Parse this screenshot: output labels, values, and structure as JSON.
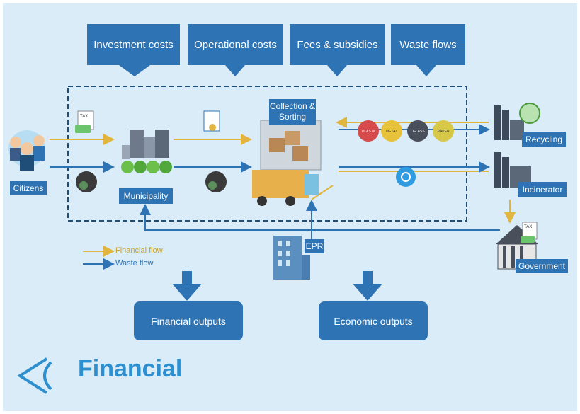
{
  "top_boxes": [
    "Investment costs",
    "Operational costs",
    "Fees & subsidies",
    "Waste flows"
  ],
  "nodes": {
    "citizens": "Citizens",
    "municipality": "Municipality",
    "collection": "Collection & Sorting",
    "recycling": "Recycling",
    "incinerator": "Incinerator",
    "government": "Government",
    "epr": "EPR"
  },
  "icon_labels": {
    "tax1": "TAX",
    "tax2": "TAX",
    "plastic": "PLASTIC",
    "metal": "METAL",
    "glass": "GLASS",
    "paper": "PAPER"
  },
  "legend": {
    "financial": "Financial flow",
    "waste": "Waste flow"
  },
  "outputs": {
    "financial": "Financial outputs",
    "economic": "Economic outputs"
  },
  "title": "Financial",
  "colors": {
    "financial_flow": "#e2b53e",
    "waste_flow": "#2e74b5",
    "box": "#2e74b5",
    "background": "#d9ecf8",
    "title": "#2e8fce"
  }
}
